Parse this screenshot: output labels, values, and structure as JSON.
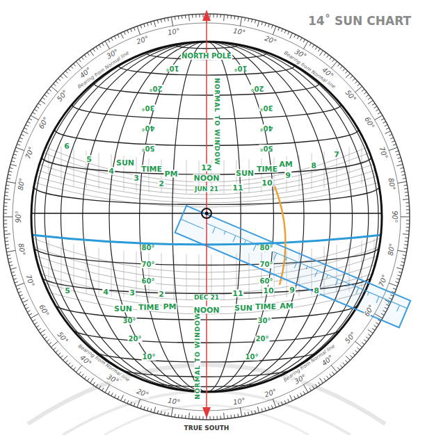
{
  "diagram": {
    "title": "14˚ SUN CHART",
    "labels": [
      "10°",
      "20°",
      "30°",
      "40°",
      "50°",
      "60°",
      "70°",
      "80°",
      "90°",
      "80°",
      "70°",
      "60°",
      "50°",
      "40°",
      "30°",
      "20°",
      "10°",
      "10°",
      "20°",
      "30°",
      "40°",
      "50°",
      "60°",
      "70°",
      "80°",
      "90°",
      "80°",
      "70°",
      "60°",
      "50°",
      "40°",
      "30°",
      "20°",
      "10°",
      "Bearing from Normal line",
      "Bearing from Normal line",
      "Bearing from Normal line",
      "Bearing from Normal line",
      "NORTH POLE",
      "TRUE SOUTH",
      "NORMAL TO WINDOW",
      "NORMAL TO WINDOW",
      "SUN",
      "TIME",
      "PM",
      "12",
      "NOON",
      "SUN",
      "TIME",
      "AM",
      "JUN 21",
      "6",
      "5",
      "4",
      "3",
      "2",
      "11",
      "10",
      "9",
      "8",
      "7",
      "SUN",
      "TIME",
      "PM",
      "NOON",
      "SUN",
      "TIME",
      "AM",
      "DEC 21",
      "5",
      "4",
      "3",
      "2",
      "11",
      "10",
      "9",
      "8",
      "10°",
      "20°",
      "30°",
      "40°",
      "50°",
      "10°",
      "20°",
      "30°",
      "40°",
      "50°",
      "80°",
      "70°",
      "60°",
      "30°",
      "20°",
      "10°",
      "80°",
      "70°",
      "60°",
      "30°",
      "20°",
      "10°"
    ]
  }
}
